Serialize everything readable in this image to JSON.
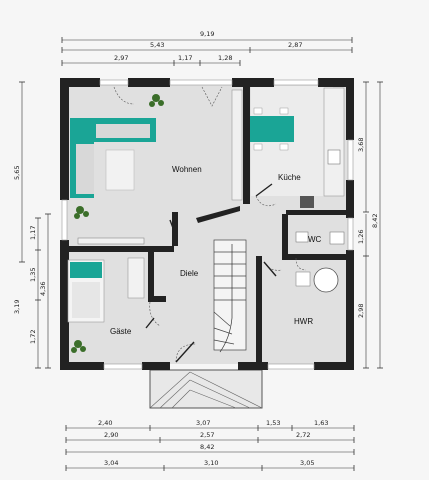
{
  "rooms": {
    "wohnen": "Wohnen",
    "kueche": "Küche",
    "diele": "Diele",
    "wc": "WC",
    "gaeste": "Gäste",
    "hwr": "HWR"
  },
  "dims_top": {
    "total": "9,19",
    "row2_left": "5,43",
    "row2_right": "2,87",
    "row3_a": "2,97",
    "row3_b": "1,17",
    "row3_c": "1,28"
  },
  "dims_left": {
    "upper": "5,65",
    "a": "1,17",
    "b": "1,35",
    "c": "4,36",
    "d": "3,19",
    "e": "1,72"
  },
  "dims_right": {
    "kitchen": "3,68",
    "total": "8,42",
    "wc": "1,26",
    "hwr": "2,98"
  },
  "dims_bottom": {
    "r1_a": "2,40",
    "r1_b": "3,07",
    "r1_c": "1,53",
    "r1_d": "1,63",
    "r2_a": "2,90",
    "r2_b": "2,57",
    "r2_c": "2,72",
    "r3_total": "8,42",
    "r4_a": "3,04",
    "r4_b": "3,10",
    "r4_c": "3,05"
  },
  "colors": {
    "wall": "#222222",
    "floor": "#e0e0e0",
    "accent": "#1aa596",
    "dim_line": "#333333"
  }
}
